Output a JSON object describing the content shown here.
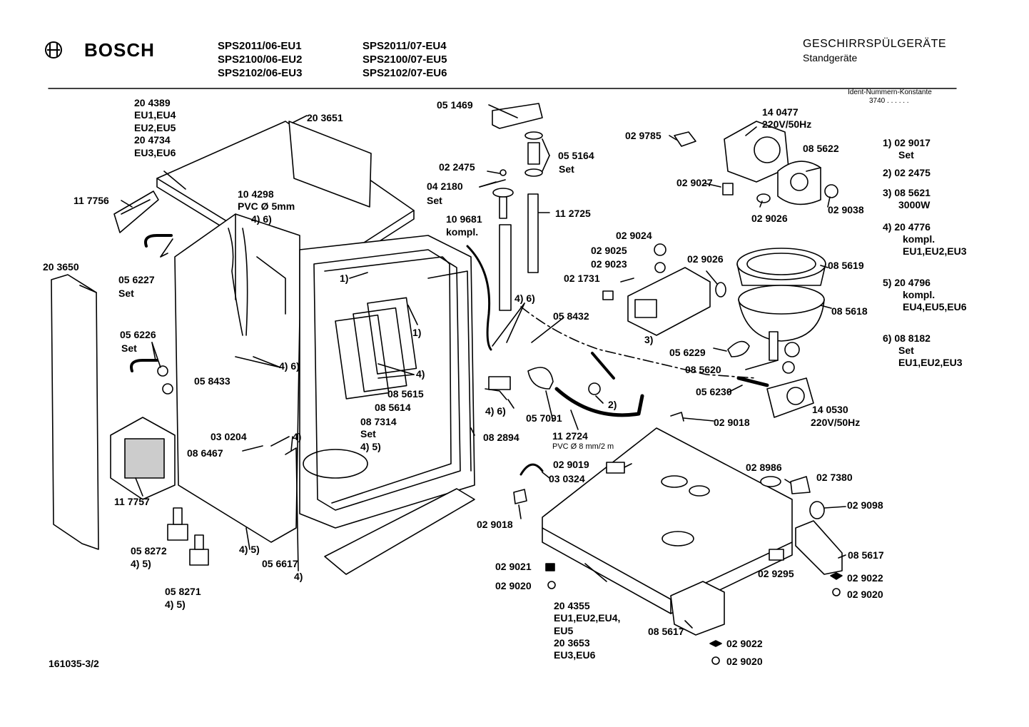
{
  "header": {
    "brand": "BOSCH",
    "models_col1": [
      "SPS2011/06-EU1",
      "SPS2100/06-EU2",
      "SPS2102/06-EU3"
    ],
    "models_col2": [
      "SPS2011/07-EU4",
      "SPS2100/07-EU5",
      "SPS2102/07-EU6"
    ],
    "category": "GESCHIRRSPÜLGERÄTE",
    "subcategory": "Standgeräte",
    "ident_label": "Ident-Nummern-Konstante",
    "ident_value": "3740  . .   . . . ."
  },
  "legend": [
    {
      "n": "1)",
      "lines": [
        "02 9017",
        "Set"
      ]
    },
    {
      "n": "2)",
      "lines": [
        "02 2475"
      ]
    },
    {
      "n": "3)",
      "lines": [
        "08 5621",
        "3000W"
      ]
    },
    {
      "n": "4)",
      "lines": [
        "20 4776",
        "kompl.",
        "EU1,EU2,EU3"
      ]
    },
    {
      "n": "5)",
      "lines": [
        "20 4796",
        "kompl.",
        "EU4,EU5,EU6"
      ]
    },
    {
      "n": "6)",
      "lines": [
        "08 8182",
        "Set",
        "EU1,EU2,EU3"
      ]
    }
  ],
  "labels": {
    "l204389": "20 4389",
    "l_eu1eu4": "EU1,EU4",
    "l_eu2eu5": "EU2,EU5",
    "l204734": "20 4734",
    "l_eu3eu6": "EU3,EU6",
    "l203651": "20 3651",
    "l117756": "11 7756",
    "l104298": "10 4298",
    "l_pvc5": "PVC Ø 5mm",
    "l_46a": "4) 6)",
    "l203650": "20 3650",
    "l056227": "05 6227",
    "l_set1": "Set",
    "l056226": "05 6226",
    "l_set2": "Set",
    "l058433": "05 8433",
    "l_46b": "4) 6)",
    "l030204": "03 0204",
    "l_4a": "4)",
    "l086467": "08 6467",
    "l117757": "11 7757",
    "l058272": "05 8272",
    "l_45a": "4) 5)",
    "l058271": "05 8271",
    "l_45b": "4) 5)",
    "l_45c": "4) 5)",
    "l056617": "05 6617",
    "l_4b": "4)",
    "l_1a": "1)",
    "l_1b": "1)",
    "l_4c": "4)",
    "l085615": "08 5615",
    "l085614": "08 5614",
    "l087314": "08 7314",
    "l_set3": "Set",
    "l_45d": "4) 5)",
    "l082894": "08 2894",
    "l051469": "05 1469",
    "l022475": "02 2475",
    "l042180": "04 2180",
    "l_set4": "Set",
    "l055164": "05 5164",
    "l_set5": "Set",
    "l109681": "10 9681",
    "l_kompl": "kompl.",
    "l112725": "11 2725",
    "l_46c": "4) 6)",
    "l_46d": "4) 6)",
    "l058432": "05 8432",
    "l057091": "05 7091",
    "l112724": "11 2724",
    "l_pvc8": "PVC  Ø 8 mm/2 m",
    "l_2": "2)",
    "l140477": "14 0477",
    "l_220a": "220V/50Hz",
    "l029785": "02 9785",
    "l085622": "08 5622",
    "l029027": "02 9027",
    "l029026a": "02 9026",
    "l029038": "02 9038",
    "l029024": "02 9024",
    "l029025": "02 9025",
    "l029023": "02 9023",
    "l021731": "02 1731",
    "l029026b": "02 9026",
    "l_3": "3)",
    "l085619": "08 5619",
    "l085618": "08 5618",
    "l056229": "05 6229",
    "l085620": "08 5620",
    "l056230": "05 6230",
    "l140530": "14 0530",
    "l_220b": "220V/50Hz",
    "l029018a": "02 9018",
    "l029019": "02 9019",
    "l030324": "03 0324",
    "l029018b": "02 9018",
    "l028986": "02 8986",
    "l027380": "02 7380",
    "l029098": "02 9098",
    "l085617a": "08 5617",
    "l029295": "02 9295",
    "l029022a": "02 9022",
    "l029020a": "02 9020",
    "l029021": "02 9021",
    "l029020b": "02 9020",
    "l204355": "20 4355",
    "l_eu1245": "EU1,EU2,EU4,",
    "l_eu5": "EU5",
    "l203653": "20 3653",
    "l_eu36": "EU3,EU6",
    "l085617b": "08 5617",
    "l029022b": "02 9022",
    "l029020c": "02 9020"
  },
  "footer": {
    "drawing_number": "161035-3/2"
  }
}
